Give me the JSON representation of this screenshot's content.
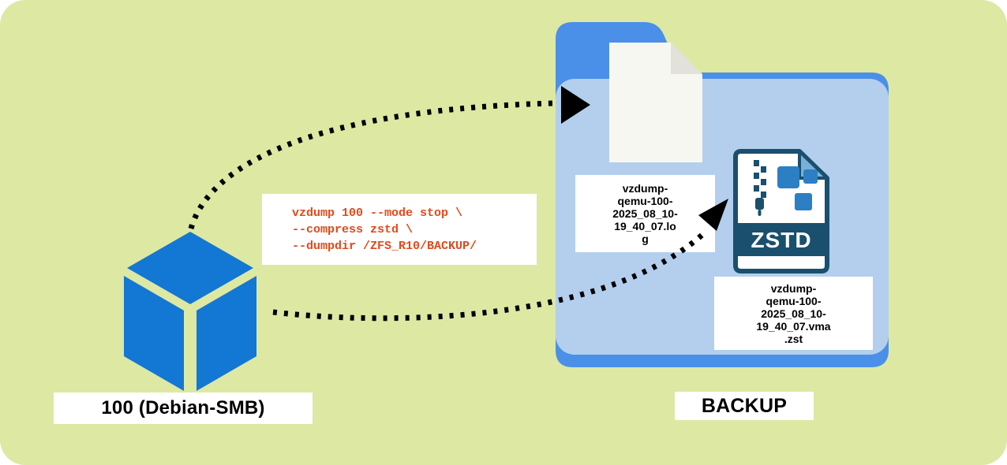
{
  "colors": {
    "background": "#dde8a3",
    "cube_blue": "#1377d4",
    "folder_back": "#4a90e8",
    "folder_front": "#b3cfed",
    "command_text": "#e2491a",
    "zstd_dark": "#1a4f6e",
    "zstd_square": "#2d7fc4",
    "zstd_fold": "#7ab0d8",
    "arrow_black": "#000000"
  },
  "vm": {
    "label": "100 (Debian-SMB)"
  },
  "command": {
    "line1": "vzdump 100 --mode stop \\",
    "line2": "--compress zstd \\",
    "line3": "--dumpdir /ZFS_R10/BACKUP/"
  },
  "backup": {
    "folder_label": "BACKUP",
    "log_filename": "vzdump-qemu-100-2025_08_10-19_40_07.log",
    "archive_filename": "vzdump-qemu-100-2025_08_10-19_40_07.vma.zst",
    "zstd_badge": "ZSTD"
  }
}
